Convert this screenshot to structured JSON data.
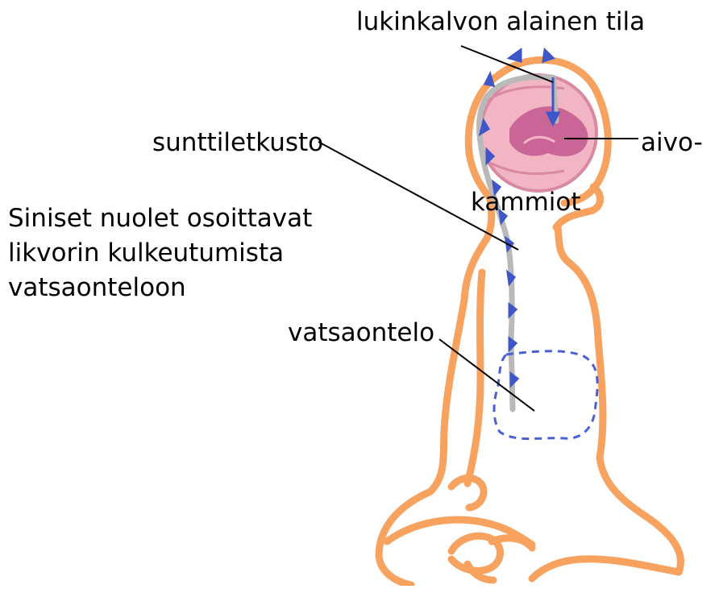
{
  "labels": {
    "subarachnoid": "lukinkalvon alainen tila",
    "shunt": "sunttiletkusto",
    "ventricles_line1": "aivo-",
    "ventricles_line2": "kammiot",
    "abdomen": "vatsaontelo"
  },
  "note": {
    "line1": "Siniset nuolet osoittavat",
    "line2": "likvorin kulkeutumista",
    "line3": "vatsaonteloon"
  },
  "colors": {
    "body_outline": "#f7a25f",
    "brain": "#f2b5c4",
    "ventricles": "#c2578f",
    "shunt_tube": "#b9b9b9",
    "arrows": "#3f56c8",
    "leader_lines": "#000000"
  }
}
